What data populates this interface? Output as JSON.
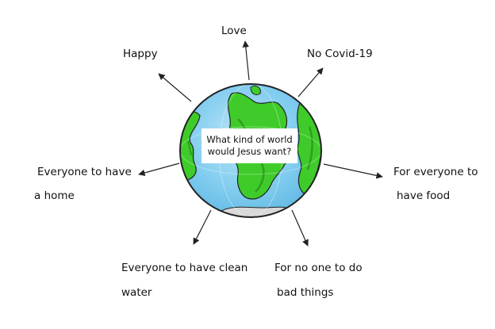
{
  "center_question": {
    "line1": "What kind of world",
    "line2": "would Jesus want?"
  },
  "labels": {
    "love": "Love",
    "happy": "Happy",
    "no_covid": "No Covid-19",
    "home_line1": "Everyone to have",
    "home_line2": "a home",
    "food_line1": "For everyone to",
    "food_line2": "have food",
    "water_line1": "Everyone to have clean",
    "water_line2": "water",
    "bad_line1": "For no one to do",
    "bad_line2": "bad things"
  },
  "colors": {
    "ocean": "#6ec2ea",
    "ocean_light": "#a9dcf4",
    "land": "#3fcc2a",
    "land_dark": "#2f9e1f",
    "ice": "#d9d9d9",
    "outline": "#222222"
  }
}
